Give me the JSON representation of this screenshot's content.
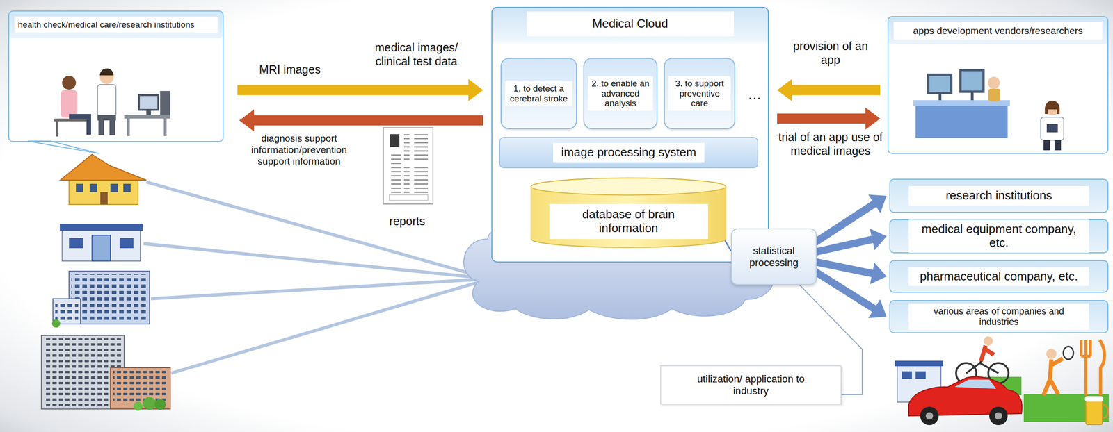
{
  "diagram": {
    "nodes": [
      {
        "text": [
          "health check/medical care/research institutions"
        ]
      },
      {
        "text": [
          "Medical Cloud"
        ]
      },
      {
        "text": [
          "1. to detect a cerebral stroke"
        ],
        "in": 1
      },
      {
        "text": [
          "2. to enable an advanced analysis"
        ],
        "in": 1
      },
      {
        "text": [
          "3. to support preventive care"
        ],
        "in": 1
      },
      {
        "text": [
          "image processing system"
        ],
        "in": 1
      },
      {
        "text": [
          "database of brain information"
        ],
        "in": 1
      },
      {
        "text": [
          "statistical processing"
        ]
      },
      {
        "text": [
          "apps development vendors/researchers"
        ]
      },
      {
        "text": [
          "research institutions"
        ]
      },
      {
        "text": [
          "medical equipment company, etc."
        ]
      },
      {
        "text": [
          "pharmaceutical company, etc."
        ]
      },
      {
        "text": [
          "various areas of companies and industries"
        ]
      },
      {
        "text": [
          "utilization/ application to industry"
        ]
      }
    ],
    "edges": [
      {
        "from": 0,
        "to": 1,
        "arrow": "to",
        "label": "medical images/ clinical test data"
      },
      {
        "from": 1,
        "to": 0,
        "arrow": "to",
        "label": "diagnosis support information/prevention support information"
      },
      {
        "from": 8,
        "to": 1,
        "arrow": "to",
        "label": "provision of an app"
      },
      {
        "from": 1,
        "to": 8,
        "arrow": "to",
        "label": "trial of an app use of medical images"
      },
      {
        "from": 6,
        "to": 7,
        "arrow": "none"
      },
      {
        "from": 7,
        "to": 9,
        "arrow": "to"
      },
      {
        "from": 7,
        "to": 10,
        "arrow": "to"
      },
      {
        "from": 7,
        "to": 11,
        "arrow": "to"
      },
      {
        "from": 7,
        "to": 12,
        "arrow": "to"
      },
      {
        "from": 7,
        "to": 13,
        "arrow": "none"
      }
    ],
    "labels": [
      "MRI images",
      "reports",
      "…"
    ]
  }
}
